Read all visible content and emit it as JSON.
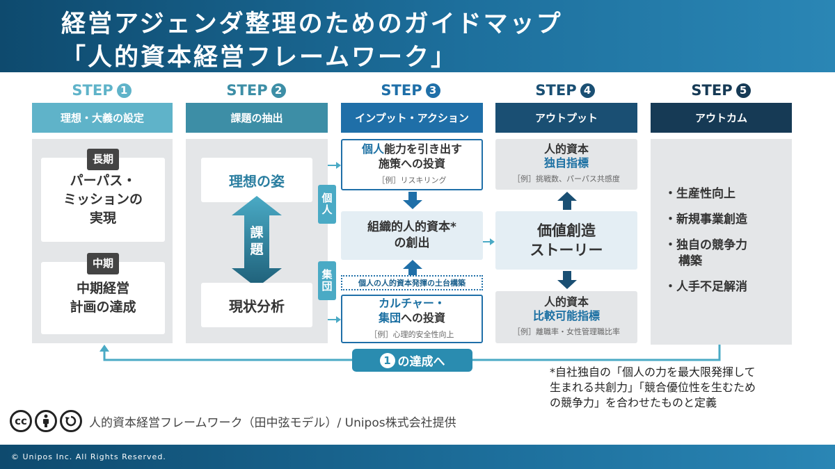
{
  "header": {
    "title_line1": "経営アジェンダ整理のためのガイドマップ",
    "title_line2": "「人的資本経営フレームワーク」"
  },
  "steps": [
    {
      "label": "STEP",
      "num": "1",
      "head": "理想・大義の設定",
      "color": "#5fb3c9"
    },
    {
      "label": "STEP",
      "num": "2",
      "head": "課題の抽出",
      "color": "#3d8ea6"
    },
    {
      "label": "STEP",
      "num": "3",
      "head": "インプット・アクション",
      "color": "#1f6fa8"
    },
    {
      "label": "STEP",
      "num": "4",
      "head": "アウトプット",
      "color": "#1a4f73"
    },
    {
      "label": "STEP",
      "num": "5",
      "head": "アウトカム",
      "color": "#163a55"
    }
  ],
  "step1": {
    "long_tag": "長期",
    "long_text_1": "パーパス・",
    "long_text_2": "ミッションの",
    "long_text_3": "実現",
    "mid_tag": "中期",
    "mid_text_1": "中期経営",
    "mid_text_2": "計画の達成"
  },
  "step2": {
    "ideal": "理想の姿",
    "issue_1": "課",
    "issue_2": "題",
    "current": "現状分析"
  },
  "step3": {
    "individual_label_1": "個",
    "individual_label_2": "人",
    "group_label_1": "集",
    "group_label_2": "団",
    "box1_a": "個人",
    "box1_b": "能力を引き出す",
    "box1_c": "施策への投資",
    "box1_example": "［例］リスキリング",
    "box2_line1": "組織的人的資本*",
    "box2_line2": "の創出",
    "foundation": "個人の人的資本発揮の土台構築",
    "box3_a": "カルチャー・",
    "box3_b": "集団",
    "box3_c": "への投資",
    "box3_example": "［例］心理的安全性向上"
  },
  "step4": {
    "top_line1": "人的資本",
    "top_line2": "独自指標",
    "top_example": "［例］挑戦数、パーパス共感度",
    "center_line1": "価値創造",
    "center_line2": "ストーリー",
    "bottom_line1": "人的資本",
    "bottom_line2": "比較可能指標",
    "bottom_example": "［例］離職率・女性管理職比率"
  },
  "step5": {
    "items": [
      "・生産性向上",
      "・新規事業創造",
      "・独自の競争力",
      "構築",
      "・人手不足解消"
    ]
  },
  "feedback": {
    "num": "1",
    "label": "の達成へ"
  },
  "footnote": {
    "line1": "*自社独自の「個人の力を最大限発揮して",
    "line2": "生まれる共創力」「競合優位性を生むため",
    "line3": "の競争力」を合わせたものと定義"
  },
  "license": {
    "text": "人的資本経営フレームワーク（田中弦モデル）/ Unipos株式会社提供"
  },
  "footer": {
    "copyright": "© Unipos Inc. All Rights Reserved."
  }
}
